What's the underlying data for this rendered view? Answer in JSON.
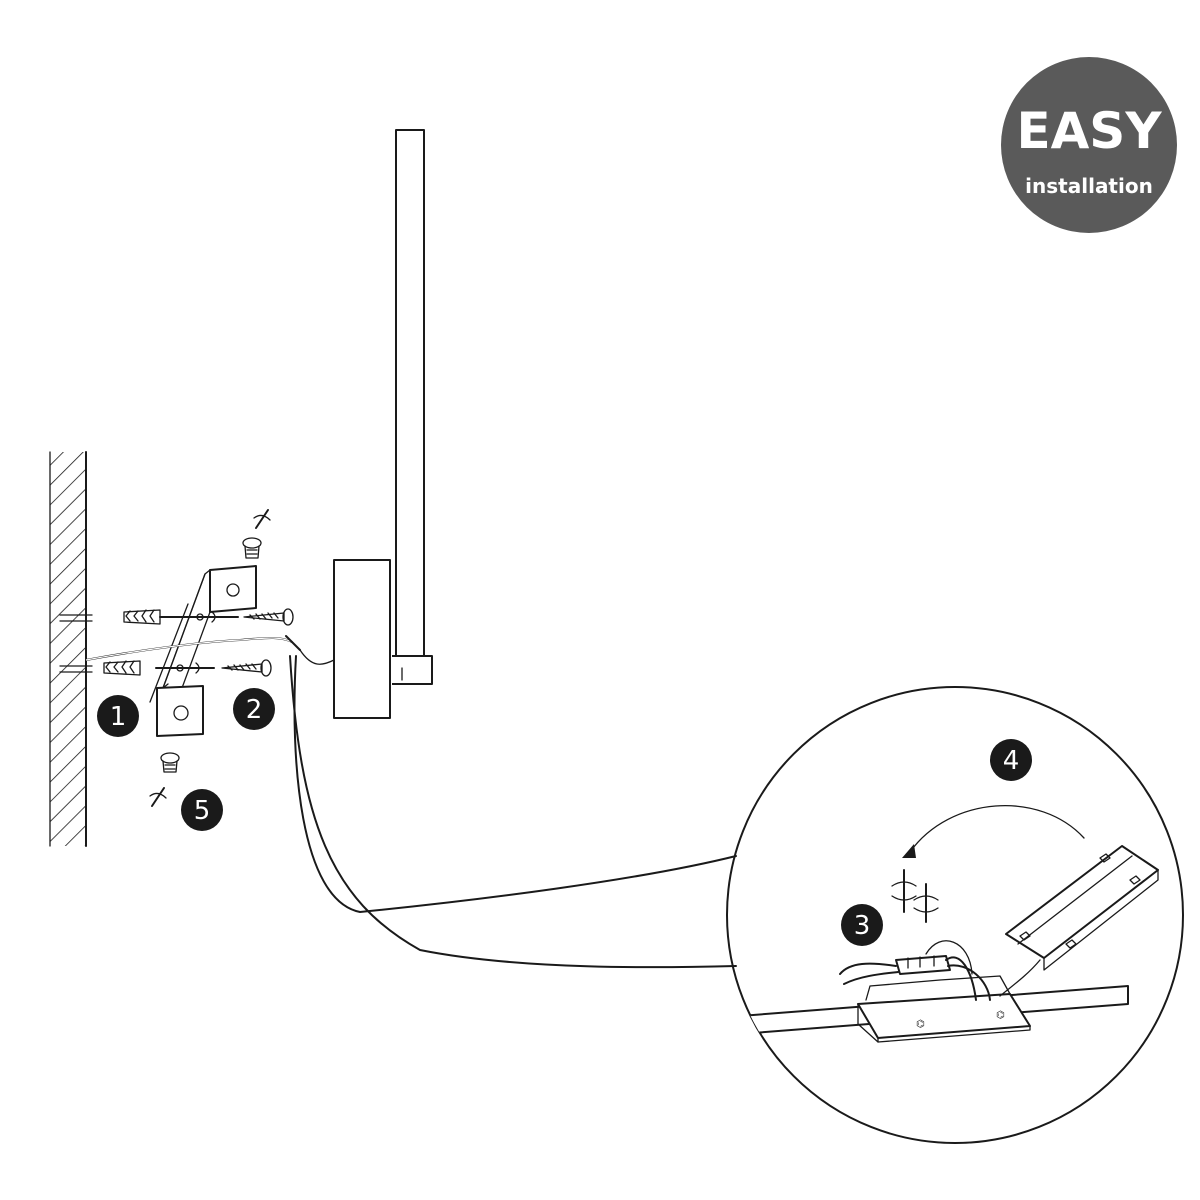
{
  "badge": {
    "title": "EASY",
    "subtitle": "installation",
    "color": "#5a5a5a"
  },
  "steps": [
    {
      "number": "1"
    },
    {
      "number": "2"
    },
    {
      "number": "3"
    },
    {
      "number": "4"
    },
    {
      "number": "5"
    }
  ],
  "colors": {
    "line": "#1a1a1a",
    "step_marker": "#1a1a1a"
  },
  "icons": [
    "screwdriver-rotate-icon",
    "screw-icon",
    "wall-plug-icon",
    "rotation-arrow-icon"
  ]
}
